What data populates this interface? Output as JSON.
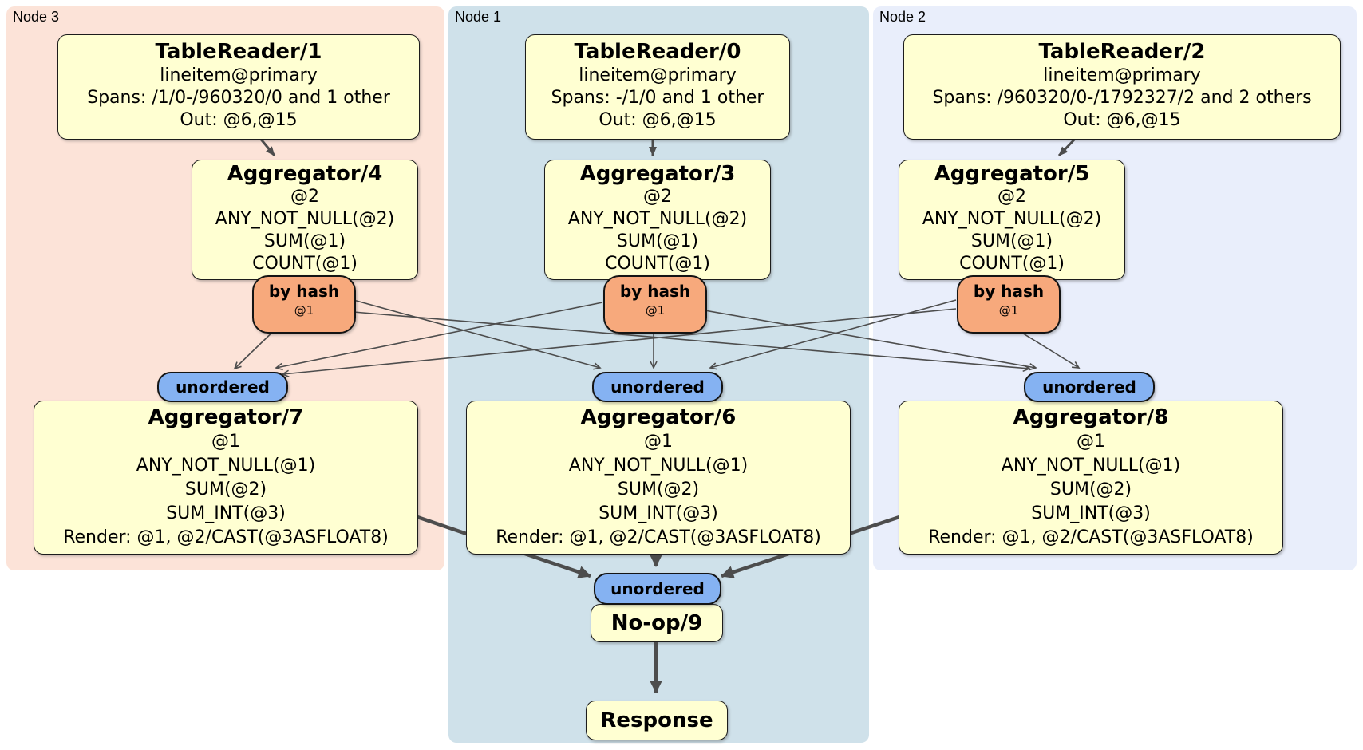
{
  "regions": {
    "node3": {
      "label": "Node 3",
      "color": "#fce3d8"
    },
    "node1": {
      "label": "Node 1",
      "color": "#cfe1ea"
    },
    "node2": {
      "label": "Node 2",
      "color": "#e9eefb"
    }
  },
  "colors": {
    "processor_box_fill": "#ffffd2",
    "hash_router_fill": "#f7a97c",
    "sync_pill_fill": "#85b2f2",
    "edge": "#4d4d4d",
    "page_background": "#ffffff"
  },
  "nodes": {
    "tr1": {
      "title": "TableReader/1",
      "lines": [
        "lineitem@primary",
        "Spans: /1/0-/960320/0 and 1 other",
        "Out: @6,@15"
      ]
    },
    "tr0": {
      "title": "TableReader/0",
      "lines": [
        "lineitem@primary",
        "Spans: -/1/0 and 1 other",
        "Out: @6,@15"
      ]
    },
    "tr2": {
      "title": "TableReader/2",
      "lines": [
        "lineitem@primary",
        "Spans: /960320/0-/1792327/2 and 2 others",
        "Out: @6,@15"
      ]
    },
    "agg4": {
      "title": "Aggregator/4",
      "lines": [
        "@2",
        "ANY_NOT_NULL(@2)",
        "SUM(@1)",
        "COUNT(@1)"
      ]
    },
    "agg3": {
      "title": "Aggregator/3",
      "lines": [
        "@2",
        "ANY_NOT_NULL(@2)",
        "SUM(@1)",
        "COUNT(@1)"
      ]
    },
    "agg5": {
      "title": "Aggregator/5",
      "lines": [
        "@2",
        "ANY_NOT_NULL(@2)",
        "SUM(@1)",
        "COUNT(@1)"
      ]
    },
    "agg7": {
      "title": "Aggregator/7",
      "lines": [
        "@1",
        "ANY_NOT_NULL(@1)",
        "SUM(@2)",
        "SUM_INT(@3)",
        "Render: @1, @2/CAST(@3ASFLOAT8)"
      ]
    },
    "agg6": {
      "title": "Aggregator/6",
      "lines": [
        "@1",
        "ANY_NOT_NULL(@1)",
        "SUM(@2)",
        "SUM_INT(@3)",
        "Render: @1, @2/CAST(@3ASFLOAT8)"
      ]
    },
    "agg8": {
      "title": "Aggregator/8",
      "lines": [
        "@1",
        "ANY_NOT_NULL(@1)",
        "SUM(@2)",
        "SUM_INT(@3)",
        "Render: @1, @2/CAST(@3ASFLOAT8)"
      ]
    },
    "noop": {
      "title": "No-op/9"
    },
    "response": {
      "title": "Response"
    }
  },
  "routers": {
    "by_hash_label": "by hash",
    "by_hash_sub": "@1",
    "sync_label": "unordered"
  },
  "edges": {
    "tree": [
      {
        "from": "TableReader/1",
        "to": "Aggregator/4"
      },
      {
        "from": "TableReader/0",
        "to": "Aggregator/3"
      },
      {
        "from": "TableReader/2",
        "to": "Aggregator/5"
      }
    ],
    "hash_routing": [
      {
        "from": "by hash @1 (Node 3)",
        "to": [
          "unordered (Node 3)",
          "unordered (Node 1)",
          "unordered (Node 2)"
        ]
      },
      {
        "from": "by hash @1 (Node 1)",
        "to": [
          "unordered (Node 3)",
          "unordered (Node 1)",
          "unordered (Node 2)"
        ]
      },
      {
        "from": "by hash @1 (Node 2)",
        "to": [
          "unordered (Node 3)",
          "unordered (Node 1)",
          "unordered (Node 2)"
        ]
      }
    ],
    "final": [
      {
        "from": "Aggregator/7",
        "to": "unordered (final)"
      },
      {
        "from": "Aggregator/6",
        "to": "unordered (final)"
      },
      {
        "from": "Aggregator/8",
        "to": "unordered (final)"
      },
      {
        "from": "No-op/9",
        "to": "Response"
      }
    ]
  }
}
